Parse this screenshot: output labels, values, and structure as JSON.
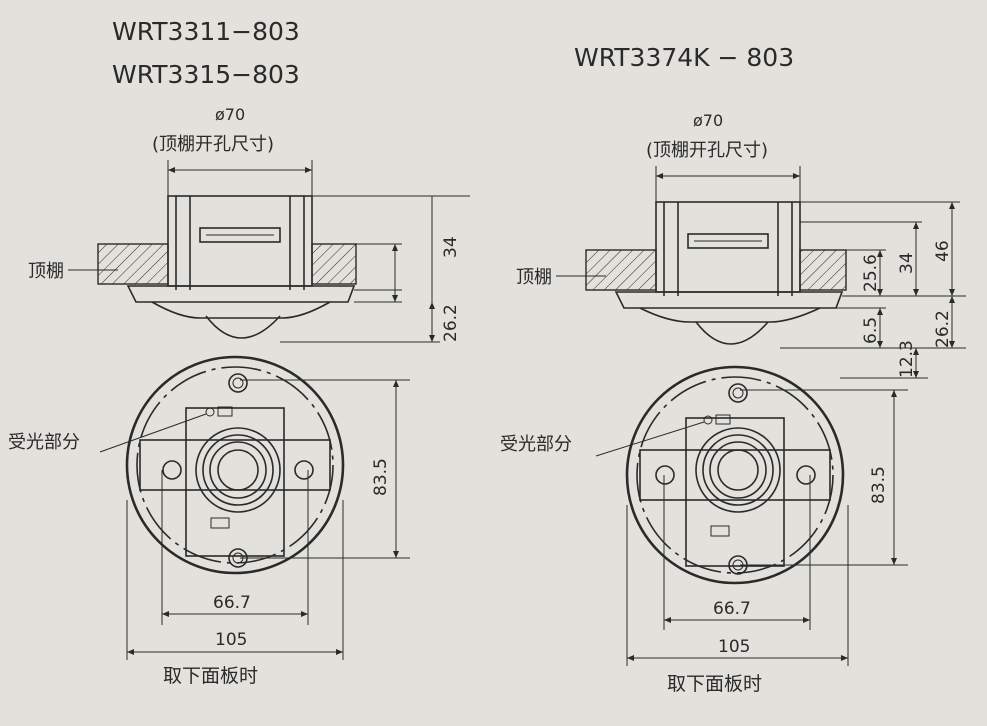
{
  "left": {
    "model_1": "WRT3311−803",
    "model_2": "WRT3315−803",
    "cutout_diameter": "ø70",
    "cutout_note": "(顶棚开孔尺寸)",
    "ceiling_label": "顶棚",
    "dim_top": "34",
    "dim_bottom": "26.2",
    "sensor_label": "受光部分",
    "dim_height": "83.5",
    "dim_inner_width": "66.7",
    "dim_outer_width": "105",
    "panel_removed_note": "取下面板时"
  },
  "right": {
    "model_1": "WRT3374K − 803",
    "cutout_diameter": "ø70",
    "cutout_note": "(顶棚开孔尺寸)",
    "ceiling_label": "顶棚",
    "dim_a": "25.6",
    "dim_b": "34",
    "dim_c": "46",
    "dim_d": "6.5",
    "dim_e": "12.3",
    "dim_f": "26.2",
    "sensor_label": "受光部分",
    "dim_height": "83.5",
    "dim_inner_width": "66.7",
    "dim_outer_width": "105",
    "panel_removed_note": "取下面板时"
  }
}
